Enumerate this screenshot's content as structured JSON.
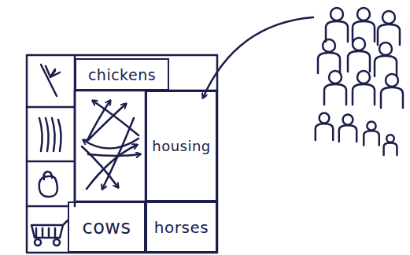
{
  "diagram": {
    "nodes": [
      {
        "text": [
          "chickens"
        ]
      },
      {
        "text": [
          "housing"
        ]
      },
      {
        "text": [
          "cows"
        ]
      },
      {
        "text": [
          "horses"
        ]
      }
    ]
  }
}
